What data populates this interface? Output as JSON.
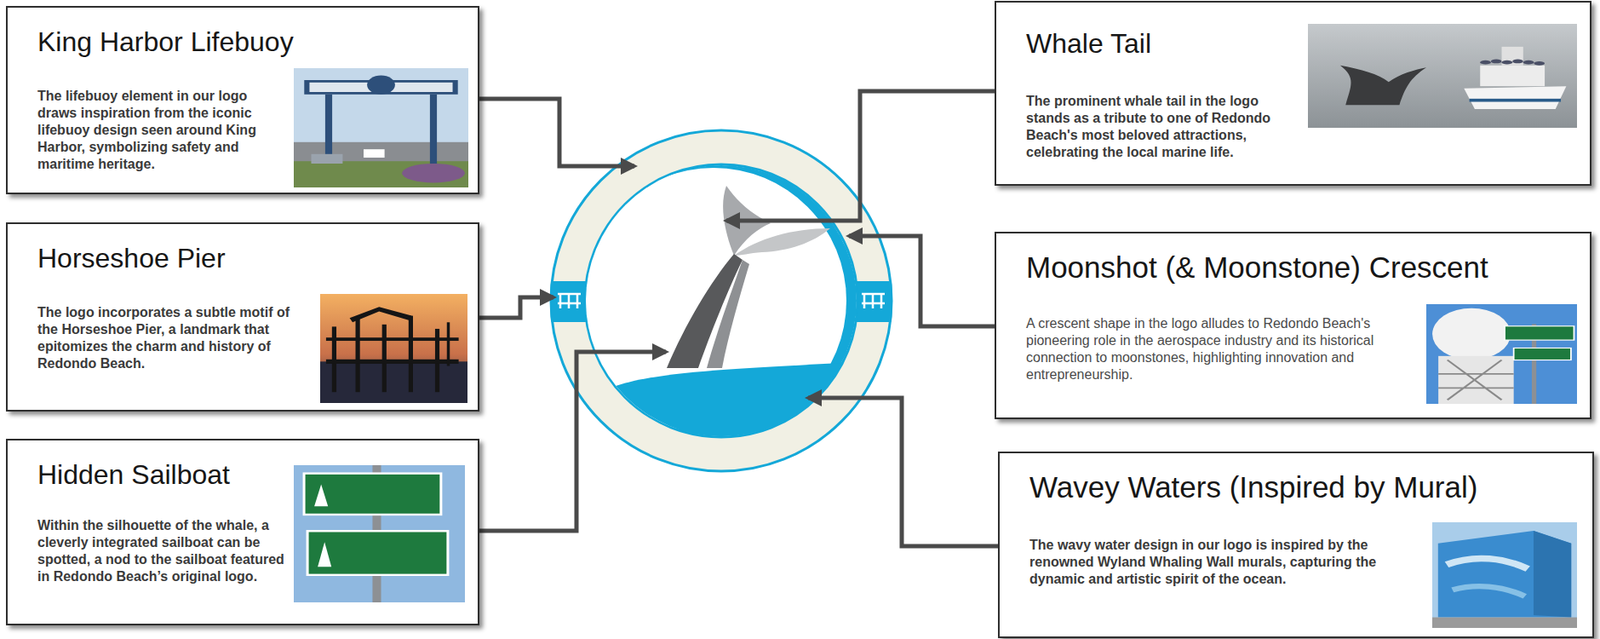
{
  "diagram": {
    "nodes": [
      {
        "text": [
          "King Harbor Lifebuoy",
          "The lifebuoy element in our logo draws inspiration from the iconic lifebuoy design seen around King Harbor, symbolizing safety and maritime heritage."
        ]
      },
      {
        "text": [
          "Horseshoe Pier",
          "The logo incorporates a subtle motif of the Horseshoe Pier, a landmark that epitomizes the charm and history of Redondo Beach."
        ]
      },
      {
        "text": [
          "Hidden Sailboat",
          "Within the silhouette of the whale, a cleverly integrated sailboat can be spotted, a nod to the sailboat featured in Redondo Beach’s original logo."
        ]
      },
      {
        "text": [
          "Whale Tail",
          "The prominent whale tail in the logo stands as a tribute to one of Redondo Beach's most beloved attractions, celebrating the local marine life."
        ]
      },
      {
        "text": [
          "Moonshot (& Moonstone) Crescent",
          "A crescent shape in the logo alludes to Redondo Beach's pioneering role in the aerospace industry and its historical connection to moonstones, highlighting innovation and entrepreneurship."
        ]
      },
      {
        "text": [
          "Wavey Waters (Inspired by Mural)",
          "The wavy water design in our logo is inspired by the renowned Wyland Whaling Wall murals, capturing the dynamic and artistic spirit of the ocean."
        ]
      }
    ]
  }
}
